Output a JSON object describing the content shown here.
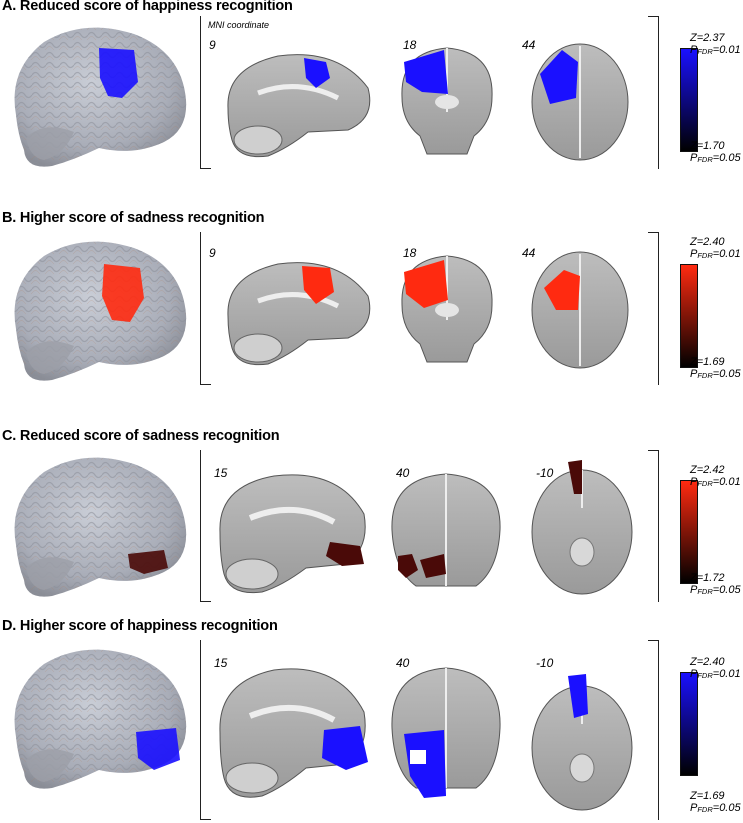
{
  "panels": [
    {
      "title": "A. Reduced score of happiness recognition",
      "mni_label": "MNI coordinate",
      "slices": [
        "9",
        "18",
        "44"
      ],
      "colorbar": {
        "top_z": "Z=2.37",
        "top_p": "P",
        "top_p_sub": "FDR",
        "top_p_val": "=0.01",
        "bottom_z": "Z=1.70",
        "bottom_p": "P",
        "bottom_p_sub": "FDR",
        "bottom_p_val": "=0.05",
        "color": "#1a10ff"
      }
    },
    {
      "title": "B. Higher score of sadness recognition",
      "slices": [
        "9",
        "18",
        "44"
      ],
      "colorbar": {
        "top_z": "Z=2.40",
        "top_p": "P",
        "top_p_sub": "FDR",
        "top_p_val": "=0.01",
        "bottom_z": "Z=1.69",
        "bottom_p": "P",
        "bottom_p_sub": "FDR",
        "bottom_p_val": "=0.05",
        "color": "#ff2a10"
      }
    },
    {
      "title": "C. Reduced score of sadness recognition",
      "slices": [
        "15",
        "40",
        "-10"
      ],
      "colorbar": {
        "top_z": "Z=2.42",
        "top_p": "P",
        "top_p_sub": "FDR",
        "top_p_val": "=0.01",
        "bottom_z": "Z=1.72",
        "bottom_p": "P",
        "bottom_p_sub": "FDR",
        "bottom_p_val": "=0.05",
        "color": "#ff2a10"
      }
    },
    {
      "title": "D. Higher score of happiness recognition",
      "slices": [
        "15",
        "40",
        "-10"
      ],
      "colorbar": {
        "top_z": "Z=2.40",
        "top_p": "P",
        "top_p_sub": "FDR",
        "top_p_val": "=0.01",
        "bottom_z": "Z=1.69",
        "bottom_p": "P",
        "bottom_p_sub": "FDR",
        "bottom_p_val": "=0.05",
        "color": "#1a10ff"
      }
    }
  ]
}
